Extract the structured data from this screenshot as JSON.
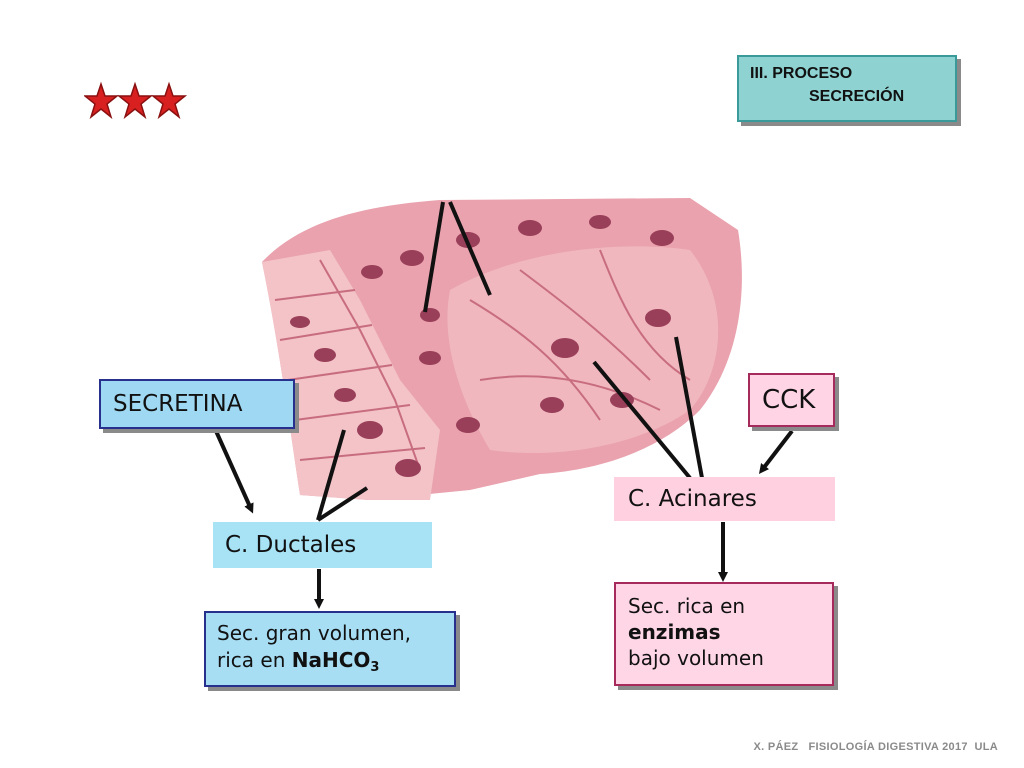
{
  "header": {
    "title_line1": "III. PROCESO",
    "title_line2": "SECRECIÓN"
  },
  "decoration": {
    "stars_icon": "three-red-stars",
    "illustration": "pancreatic-acinus-and-duct-cells"
  },
  "hormones": {
    "secretina": "SECRETINA",
    "cck": "CCK"
  },
  "cells": {
    "ductales": "C. Ductales",
    "acinares": "C. Acinares"
  },
  "secretions": {
    "ductal_line1": "Sec. gran volumen,",
    "ductal_line2_prefix": "rica en ",
    "ductal_compound": "NaHCO",
    "ductal_subscript": "3",
    "acinar_line1": "Sec. rica en",
    "acinar_line2": "enzimas",
    "acinar_line3": "bajo volumen"
  },
  "footer": "X. PÁEZ   FISIOLOGÍA DIGESTIVA 2017  ULA",
  "colors": {
    "title_bg": "#8ed2d2",
    "blue_box": "#9fd8f3",
    "pink_box": "#ffd5e6",
    "blue_border": "#27308d",
    "pink_border": "#a62a5b",
    "star_red": "#d82020"
  }
}
